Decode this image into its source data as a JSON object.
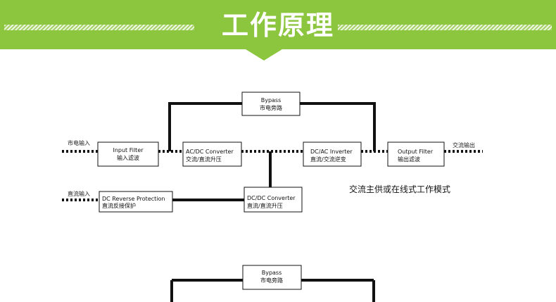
{
  "header": {
    "title": "工作原理",
    "color": "#8cc63e"
  },
  "diagram1": {
    "bypass": {
      "en": "Bypass",
      "zh": "市电旁路"
    },
    "input_filter": {
      "en": "Input Filter",
      "zh": "输入滤波"
    },
    "ac_dc": {
      "en": "AC/DC Converter",
      "zh": "交流/直流升压"
    },
    "dc_ac": {
      "en": "DC/AC Inverter",
      "zh": "直流/交流逆变"
    },
    "output_filter": {
      "en": "Output Filter",
      "zh": "输出滤波"
    },
    "dc_reverse": {
      "en": "DC Reverse Protection",
      "zh": "直流反接保护"
    },
    "dc_dc": {
      "en": "DC/DC Converter",
      "zh": "直流/直流升压"
    },
    "label_mains_in": "市电输入",
    "label_ac_out": "交流输出",
    "label_dc_in": "直流输入",
    "caption": "交流主供或在线式工作模式"
  },
  "diagram2": {
    "bypass": {
      "en": "Bypass",
      "zh": "市电旁路"
    }
  }
}
